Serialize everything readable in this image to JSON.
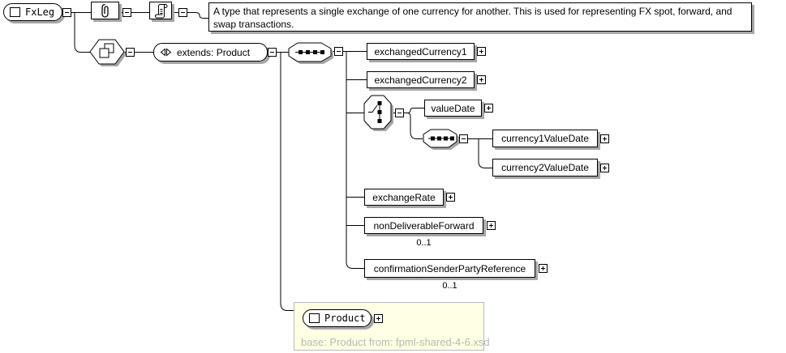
{
  "diagram": {
    "root": {
      "label": "FxLeg"
    },
    "annotation": {
      "text": "A type that represents a single exchange of one currency for another. This is used for representing FX spot, forward, and swap transactions."
    },
    "extension": {
      "label": "extends: Product"
    },
    "elements": {
      "exchangedCurrency1": "exchangedCurrency1",
      "exchangedCurrency2": "exchangedCurrency2",
      "valueDate": "valueDate",
      "currency1ValueDate": "currency1ValueDate",
      "currency2ValueDate": "currency2ValueDate",
      "exchangeRate": "exchangeRate",
      "nonDeliverableForward": "nonDeliverableForward",
      "confirmationSenderPartyReference": "confirmationSenderPartyReference"
    },
    "occurrences": {
      "nonDeliverableForward": "0..1",
      "confirmationSenderPartyReference": "0..1"
    },
    "base_type": {
      "label": "Product",
      "note": "base: Product from: fpml-shared-4-6.xsd"
    },
    "colors": {
      "line": "#000000",
      "shadow": "#A6A6A6",
      "base_panel_bg": "#FFFFE3",
      "base_panel_border": "#BBBBBB",
      "base_note_text": "#B8B8B8"
    }
  }
}
